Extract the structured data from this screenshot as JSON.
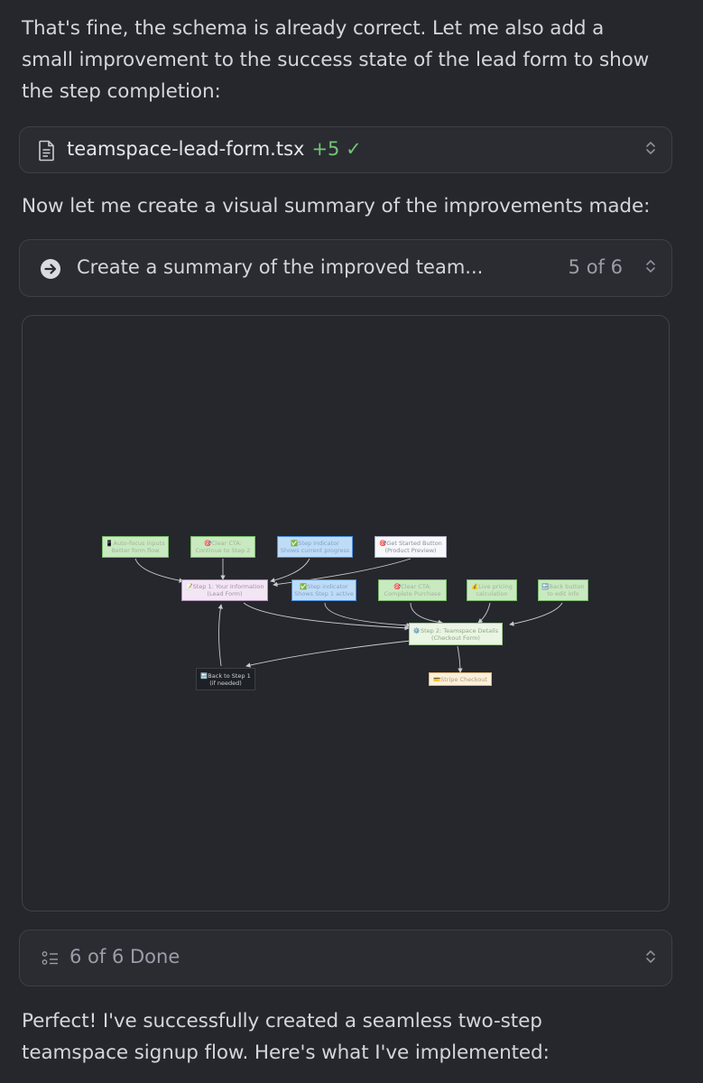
{
  "intro": {
    "lines": [
      "That's fine, the schema is already correct. Let me also add a",
      "small improvement to the success state of the lead form to show",
      "the step completion:"
    ]
  },
  "file_edit": {
    "filename": "teamspace-lead-form.tsx",
    "diff": "+5 ✓",
    "icon": "document-icon"
  },
  "summary_intro": "Now let me create a visual summary of the improvements made:",
  "task": {
    "title": "Create a summary of the improved team...",
    "count": "5 of 6",
    "icon": "arrow-right-circle-icon"
  },
  "diagram": {
    "nodes": {
      "autofocus": "📱Auto-focus inputs\nBetter form flow",
      "cta_continue": "🎯Clear CTA:\nContinue to Step 2",
      "step_indicator_1": "✅Step indicator\nShows current progress",
      "get_started": "🎯Get Started Button\n(Product Preview)",
      "step1": "📝Step 1: Your Information\n(Lead Form)",
      "step_indicator_2": "✅Step indicator\nShows Step 1 active",
      "cta_purchase": "🎯Clear CTA:\nComplete Purchase",
      "live_pricing": "💰Live pricing\ncalculation",
      "back_button": "🔙Back button\nto edit info",
      "step2": "⚙️Step 2: Teamspace Details\n(Checkout Form)",
      "back_step1": "🔙Back to Step 1\n(if needed)",
      "stripe": "💳Stripe Checkout"
    }
  },
  "progress": {
    "text": "6 of 6 Done",
    "icon": "list-icon"
  },
  "outro": {
    "lines": [
      "Perfect! I've successfully created a seamless two-step",
      "teamspace signup flow. Here's what I've implemented:"
    ]
  }
}
